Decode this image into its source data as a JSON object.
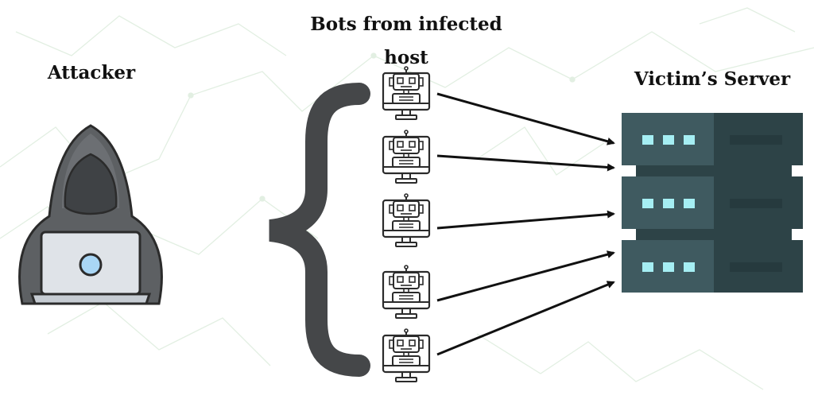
{
  "labels": {
    "attacker": "Attacker",
    "bots": "Bots from infected host",
    "server": "Victim’s Server"
  },
  "icons": {
    "attacker": "hooded-hacker-laptop-icon",
    "bot": "robot-monitor-icon",
    "server": "server-rack-icon",
    "brace": "curly-brace"
  },
  "colors": {
    "hood": "#5d6063",
    "face": "#3f4245",
    "laptop": "#dfe3e8",
    "laptop_lens": "#a9d6f5",
    "brace": "#454749",
    "bot_outline": "#2b2b2b",
    "arrow": "#111111",
    "server_front": "#3f5a60",
    "server_side": "#2d4347",
    "server_light": "#a5eef3",
    "background_network": "#e4f0e4"
  },
  "diagram": {
    "bot_count": 5,
    "arrows": [
      {
        "from": "bot-1",
        "to": "server-unit-1"
      },
      {
        "from": "bot-2",
        "to": "server-unit-1"
      },
      {
        "from": "bot-3",
        "to": "server-unit-2"
      },
      {
        "from": "bot-4",
        "to": "server-unit-3"
      },
      {
        "from": "bot-5",
        "to": "server-unit-3"
      }
    ]
  }
}
